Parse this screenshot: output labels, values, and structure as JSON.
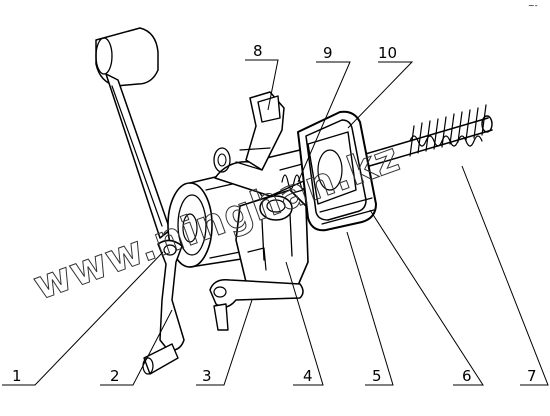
{
  "figure": {
    "watermark": "www.ninghan.kz",
    "corner_mark": "~-",
    "callouts": [
      {
        "id": "1",
        "label": "1"
      },
      {
        "id": "2",
        "label": "2"
      },
      {
        "id": "3",
        "label": "3"
      },
      {
        "id": "4",
        "label": "4"
      },
      {
        "id": "5",
        "label": "5"
      },
      {
        "id": "6",
        "label": "6"
      },
      {
        "id": "7",
        "label": "7"
      },
      {
        "id": "8",
        "label": "8"
      },
      {
        "id": "9",
        "label": "9"
      },
      {
        "id": "10",
        "label": "10"
      }
    ]
  }
}
